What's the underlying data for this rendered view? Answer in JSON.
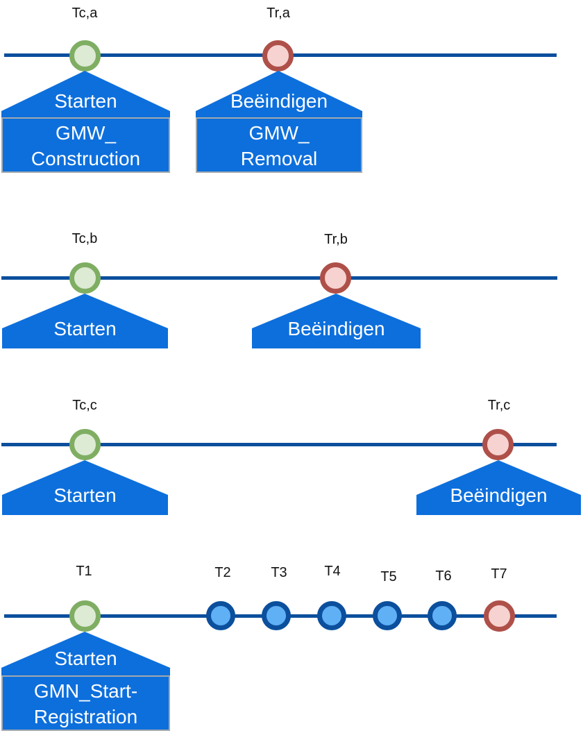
{
  "palette": {
    "timeline_blue": "#0B4F9D",
    "flag_blue": "#0D6FDC",
    "box_border_gray": "#A3A9AE",
    "start_marker_border": "#7FAE63",
    "start_marker_fill": "#DDEAD4",
    "end_marker_border": "#AE5049",
    "end_marker_fill": "#F6D2D0",
    "event_marker_border": "#0B4F9D",
    "event_marker_fill": "#5FB0F5"
  },
  "timelines": [
    {
      "id": "a",
      "markers": [
        {
          "label": "Tc,a",
          "type": "start"
        },
        {
          "label": "Tr,a",
          "type": "end"
        }
      ],
      "flags": [
        {
          "label": "Starten",
          "box_lines": [
            "GMW_",
            "Construction"
          ]
        },
        {
          "label": "Beëindigen",
          "box_lines": [
            "GMW_",
            "Removal"
          ]
        }
      ]
    },
    {
      "id": "b",
      "markers": [
        {
          "label": "Tc,b",
          "type": "start"
        },
        {
          "label": "Tr,b",
          "type": "end"
        }
      ],
      "flags": [
        {
          "label": "Starten"
        },
        {
          "label": "Beëindigen"
        }
      ]
    },
    {
      "id": "c",
      "markers": [
        {
          "label": "Tc,c",
          "type": "start"
        },
        {
          "label": "Tr,c",
          "type": "end"
        }
      ],
      "flags": [
        {
          "label": "Starten"
        },
        {
          "label": "Beëindigen"
        }
      ]
    },
    {
      "id": "d",
      "markers": [
        {
          "label": "T1",
          "type": "start"
        },
        {
          "label": "T2",
          "type": "event"
        },
        {
          "label": "T3",
          "type": "event"
        },
        {
          "label": "T4",
          "type": "event"
        },
        {
          "label": "T5",
          "type": "event"
        },
        {
          "label": "T6",
          "type": "event"
        },
        {
          "label": "T7",
          "type": "end"
        }
      ],
      "flags": [
        {
          "label": "Starten",
          "box_lines": [
            "GMN_Start-",
            "Registration"
          ]
        }
      ]
    }
  ]
}
